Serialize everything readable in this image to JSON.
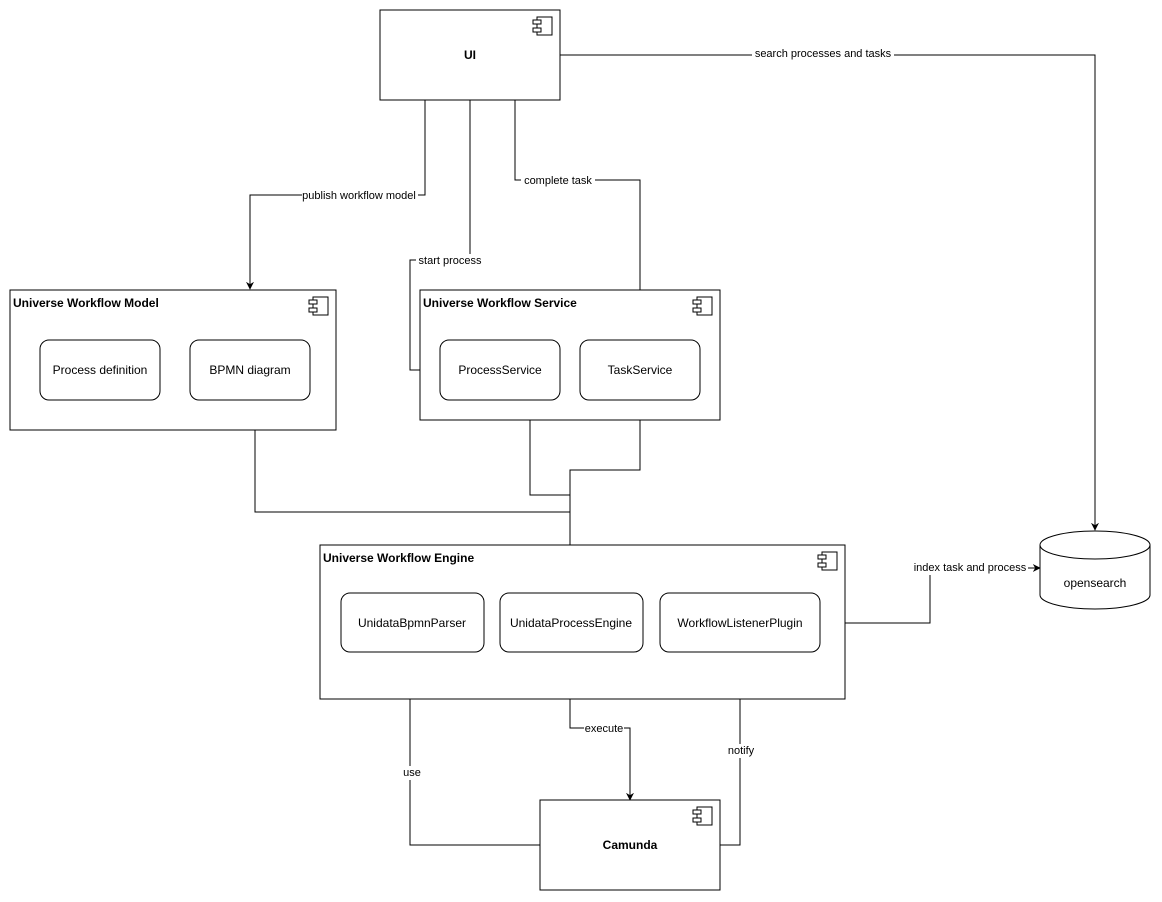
{
  "components": {
    "ui": {
      "title": "UI"
    },
    "model": {
      "title": "Universe Workflow Model",
      "items": [
        "Process definition",
        "BPMN diagram"
      ]
    },
    "service": {
      "title": "Universe Workflow Service",
      "items": [
        "ProcessService",
        "TaskService"
      ]
    },
    "engine": {
      "title": "Universe Workflow Engine",
      "items": [
        "UnidataBpmnParser",
        "UnidataProcessEngine",
        "WorkflowListenerPlugin"
      ]
    },
    "camunda": {
      "title": "Camunda"
    },
    "opensearch": {
      "title": "opensearch"
    }
  },
  "edges": {
    "search": "search processes and tasks",
    "publish": "publish workflow model",
    "start": "start process",
    "complete": "complete task",
    "index": "index task and process",
    "execute": "execute",
    "use": "use",
    "notify": "notify"
  },
  "icons": {
    "component": "uml-component-icon",
    "database": "database-cylinder-icon"
  }
}
